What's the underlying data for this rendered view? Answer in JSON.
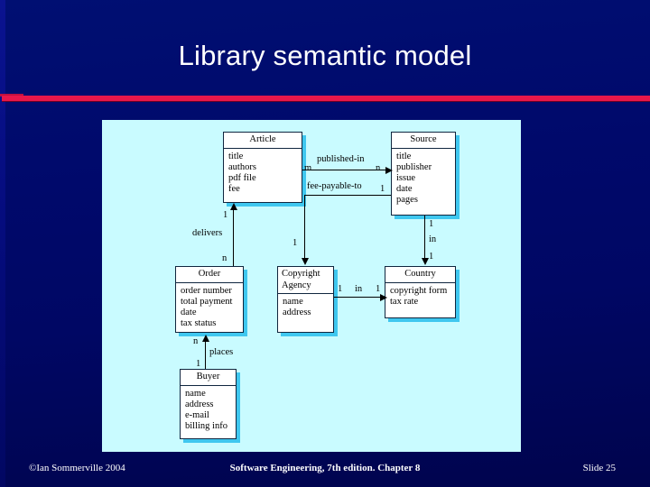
{
  "slide": {
    "title": "Library semantic model",
    "accent_rule_color": "#e8174a",
    "background_color": "#000b66",
    "diagram_background_color": "#c9fbff",
    "entity_shadow_color": "#3fc7ef"
  },
  "diagram": {
    "type": "entity-relationship",
    "entities": [
      {
        "id": "article",
        "name": "Article",
        "attributes": [
          "title",
          "authors",
          "pdf file",
          "fee"
        ]
      },
      {
        "id": "source",
        "name": "Source",
        "attributes": [
          "title",
          "publisher",
          "issue",
          "date",
          "pages"
        ]
      },
      {
        "id": "order",
        "name": "Order",
        "attributes": [
          "order number",
          "total payment",
          "date",
          "tax status"
        ]
      },
      {
        "id": "copyright_agency",
        "name": "Copyright\nAgency",
        "attributes": [
          "name",
          "address"
        ]
      },
      {
        "id": "country",
        "name": "Country",
        "attributes": [
          "copyright form",
          "tax rate"
        ]
      },
      {
        "id": "buyer",
        "name": "Buyer",
        "attributes": [
          "name",
          "address",
          "e-mail",
          "billing info"
        ]
      }
    ],
    "relationships": [
      {
        "id": "published_in",
        "label": "published-in",
        "from": "article",
        "to": "source",
        "from_cardinality": "m",
        "to_cardinality": "n"
      },
      {
        "id": "fee_payable_to",
        "label": "fee-payable-to",
        "from": "source",
        "to": "copyright_agency",
        "from_cardinality": "1",
        "to_cardinality": "1"
      },
      {
        "id": "delivers",
        "label": "delivers",
        "from": "order",
        "to": "article",
        "from_cardinality": "n",
        "to_cardinality": "1"
      },
      {
        "id": "places",
        "label": "places",
        "from": "buyer",
        "to": "order",
        "from_cardinality": "1",
        "to_cardinality": "n"
      },
      {
        "id": "source_in_country",
        "label": "in",
        "from": "source",
        "to": "country",
        "from_cardinality": "1",
        "to_cardinality": "1"
      },
      {
        "id": "agency_in_country",
        "label": "in",
        "from": "copyright_agency",
        "to": "country",
        "from_cardinality": "1",
        "to_cardinality": "1"
      }
    ]
  },
  "footer": {
    "copyright": "©Ian Sommerville 2004",
    "book": "Software Engineering, 7th edition. Chapter 8",
    "slide_number": "Slide  25"
  }
}
